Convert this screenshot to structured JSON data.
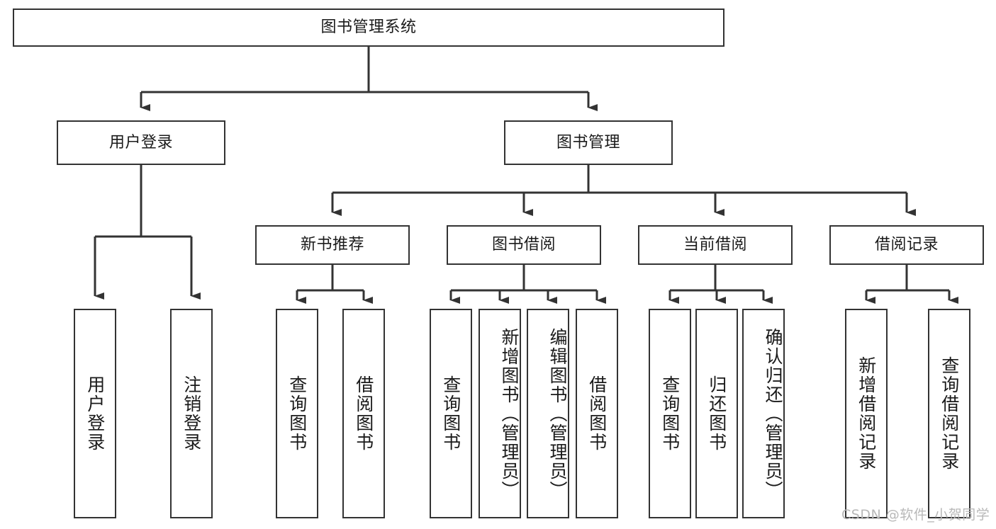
{
  "diagram": {
    "type": "tree-hierarchy-diagram",
    "title": "图书管理系统",
    "root": {
      "id": "root",
      "label": "图书管理系统"
    },
    "level2": [
      {
        "id": "user-login",
        "label": "用户登录"
      },
      {
        "id": "book-management",
        "label": "图书管理"
      }
    ],
    "level3": [
      {
        "id": "new-book-recommend",
        "label": "新书推荐",
        "parent": "book-management"
      },
      {
        "id": "book-borrow",
        "label": "图书借阅",
        "parent": "book-management"
      },
      {
        "id": "current-borrow",
        "label": "当前借阅",
        "parent": "book-management"
      },
      {
        "id": "borrow-record",
        "label": "借阅记录",
        "parent": "book-management"
      }
    ],
    "leaves": [
      {
        "id": "leaf-user-login",
        "label": "用户登录",
        "parent": "user-login"
      },
      {
        "id": "leaf-logout-login",
        "label": "注销登录",
        "parent": "user-login"
      },
      {
        "id": "leaf-query-book-1",
        "label": "查询图书",
        "parent": "new-book-recommend"
      },
      {
        "id": "leaf-borrow-book-1",
        "label": "借阅图书",
        "parent": "new-book-recommend"
      },
      {
        "id": "leaf-query-book-2",
        "label": "查询图书",
        "parent": "book-borrow"
      },
      {
        "id": "leaf-add-book",
        "label": "新增图书（管理员）",
        "parent": "book-borrow"
      },
      {
        "id": "leaf-edit-book",
        "label": "编辑图书（管理员）",
        "parent": "book-borrow"
      },
      {
        "id": "leaf-borrow-book-2",
        "label": "借阅图书",
        "parent": "book-borrow"
      },
      {
        "id": "leaf-query-book-3",
        "label": "查询图书",
        "parent": "current-borrow"
      },
      {
        "id": "leaf-return-book",
        "label": "归还图书",
        "parent": "current-borrow"
      },
      {
        "id": "leaf-confirm-return",
        "label": "确认归还（管理员）",
        "parent": "current-borrow"
      },
      {
        "id": "leaf-add-record",
        "label": "新增借阅记录",
        "parent": "borrow-record"
      },
      {
        "id": "leaf-query-record",
        "label": "查询借阅记录",
        "parent": "borrow-record"
      }
    ]
  },
  "watermark": {
    "text": "CSDN @软件_小贺同学"
  },
  "colors": {
    "stroke": "#333333",
    "background": "#ffffff",
    "text": "#1a1a1a",
    "watermark": "#b8b8b8"
  }
}
